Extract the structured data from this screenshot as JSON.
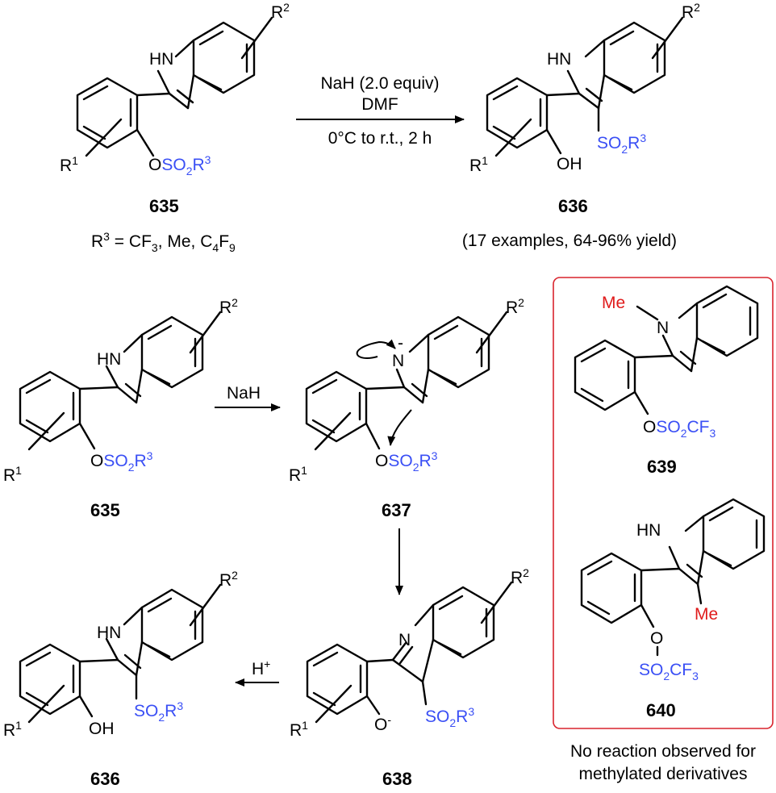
{
  "labels": {
    "hn": "HN",
    "n": "N",
    "me": "Me",
    "o": "O",
    "oh": "OH",
    "r1": "R",
    "r1_sup": "1",
    "r2": "R",
    "r2_sup": "2",
    "minus": "-",
    "oxygen_anion": "O",
    "plus_h": "H",
    "plus_sup": "+",
    "so2r3": {
      "s": "SO",
      "sub": "2",
      "r": "R",
      "sup": "3"
    },
    "oso2r3": {
      "o": "O",
      "s": "SO",
      "sub": "2",
      "r": "R",
      "sup": "3"
    },
    "so2cf3": {
      "s": "SO",
      "sub2": "2",
      "cf": "CF",
      "sub3": "3"
    },
    "oso2cf3": {
      "o": "O",
      "s": "SO",
      "sub2": "2",
      "cf": "CF",
      "sub3": "3"
    }
  },
  "reaction": {
    "reagent_line1": "NaH (2.0  equiv)",
    "reagent_line2": "DMF",
    "conditions": "0°C to r.t., 2 h",
    "step_reagent": "NaH"
  },
  "compounds": {
    "c635": "635",
    "c636": "636",
    "c637": "637",
    "c638": "638",
    "c639": "639",
    "c640": "640"
  },
  "r3_definition": {
    "r": "R",
    "sup": "3",
    "eq": " = CF",
    "s1": "3",
    "mid": ", Me, C",
    "s2": "4",
    "f": "F",
    "s3": "9"
  },
  "scope": "(17 examples, 64-96% yield)",
  "note_line1": "No reaction observed for",
  "note_line2": "methylated derivatives",
  "colors": {
    "sulfonyl": "#3a4ff5",
    "methyl": "#e01b1b",
    "box_border": "#d9232d"
  }
}
